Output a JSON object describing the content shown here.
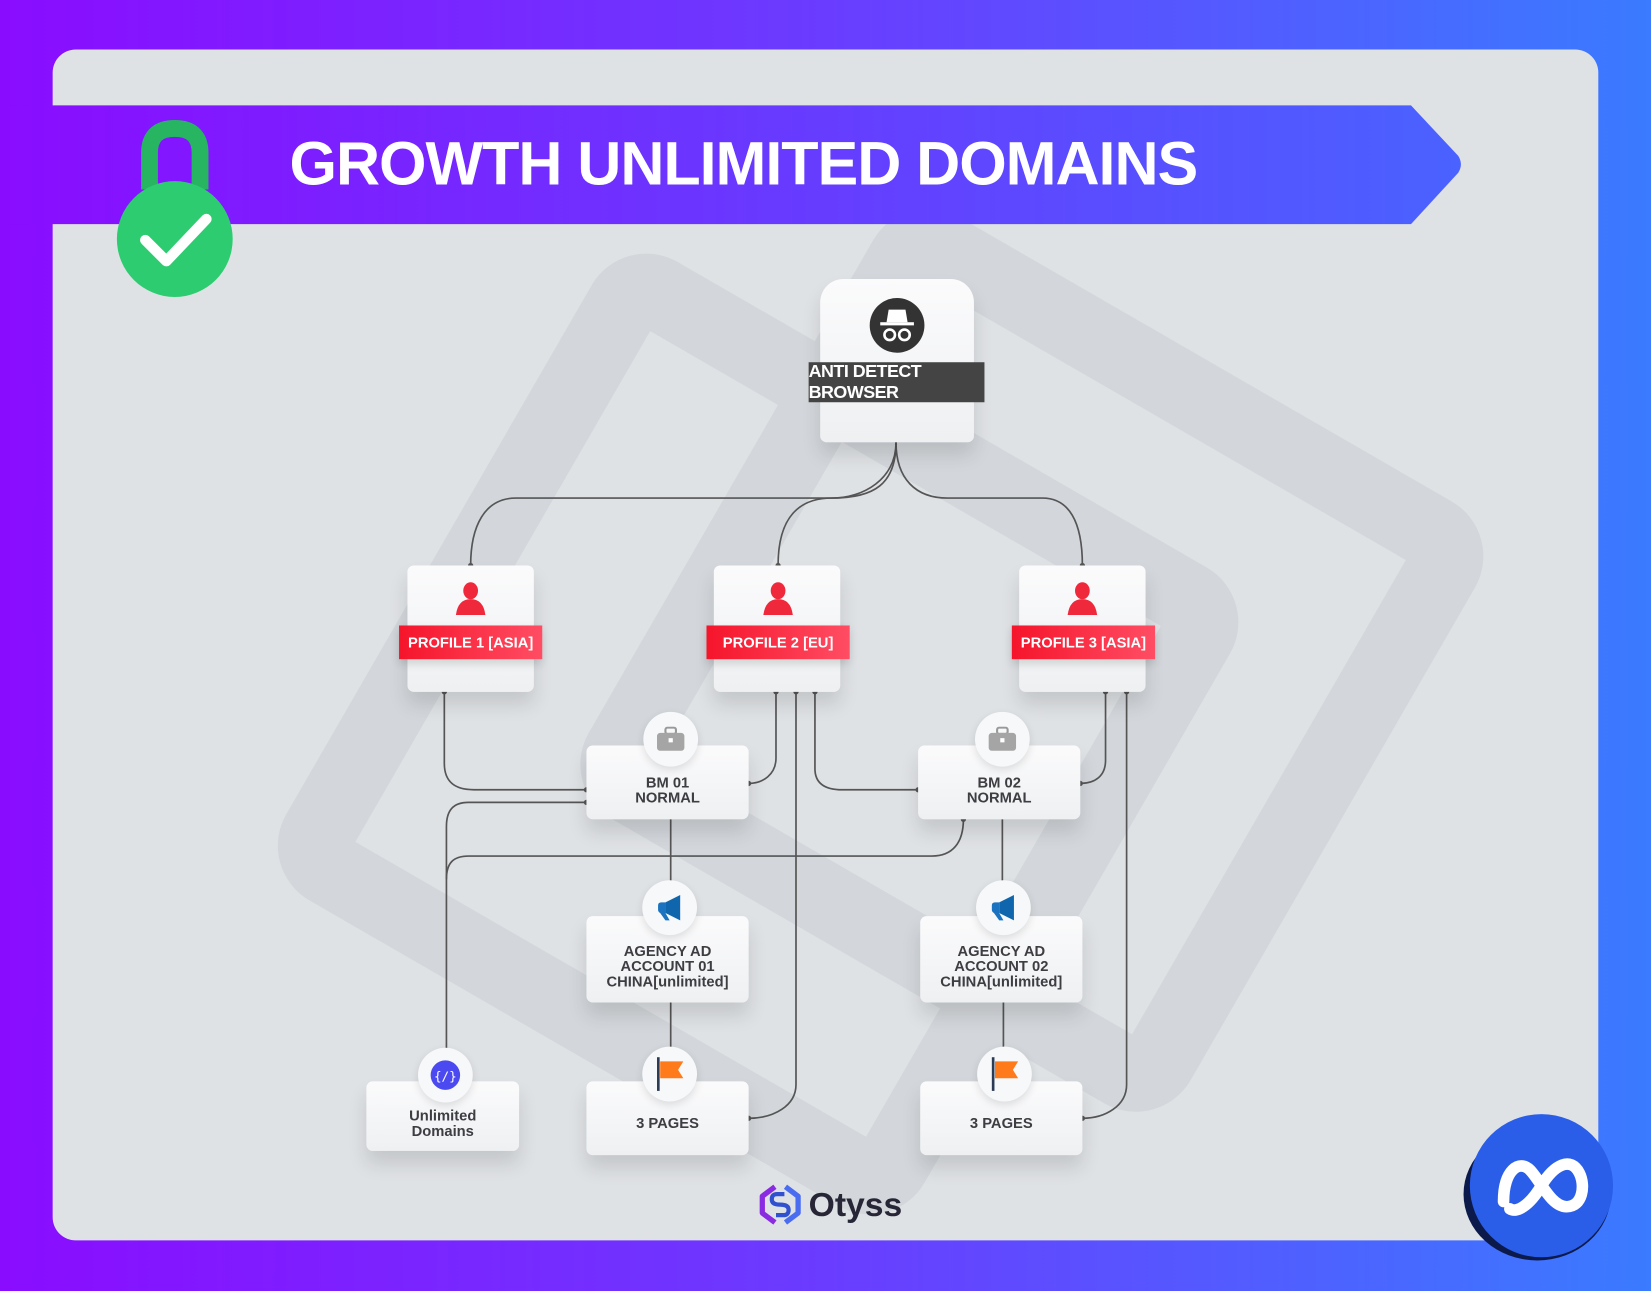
{
  "title": "GROWTH UNLIMITED DOMAINS",
  "colors": {
    "accent_purple": "#8a0cff",
    "accent_blue": "#3a7bff",
    "profile_red": "#f5152b",
    "lock_green": "#2ecc71"
  },
  "browser": {
    "label": "ANTI DETECT BROWSER",
    "icon": "incognito-icon"
  },
  "profiles": [
    {
      "label": "PROFILE 1 [ASIA]",
      "icon": "user-icon"
    },
    {
      "label": "PROFILE 2 [EU]",
      "icon": "user-icon"
    },
    {
      "label": "PROFILE 3 [ASIA]",
      "icon": "user-icon"
    }
  ],
  "bms": [
    {
      "line1": "BM 01",
      "line2": "NORMAL",
      "icon": "briefcase-icon"
    },
    {
      "line1": "BM 02",
      "line2": "NORMAL",
      "icon": "briefcase-icon"
    }
  ],
  "ad_accounts": [
    {
      "line1": "AGENCY AD",
      "line2": "ACCOUNT 01",
      "line3": "CHINA[unlimited]",
      "icon": "megaphone-icon"
    },
    {
      "line1": "AGENCY AD",
      "line2": "ACCOUNT 02",
      "line3": "CHINA[unlimited]",
      "icon": "megaphone-icon"
    }
  ],
  "pages": [
    {
      "label": "3 PAGES",
      "icon": "flag-icon"
    },
    {
      "label": "3 PAGES",
      "icon": "flag-icon"
    }
  ],
  "domains": {
    "line1": "Unlimited",
    "line2": "Domains",
    "icon": "code-icon"
  },
  "logo": {
    "text": "Otyss"
  }
}
